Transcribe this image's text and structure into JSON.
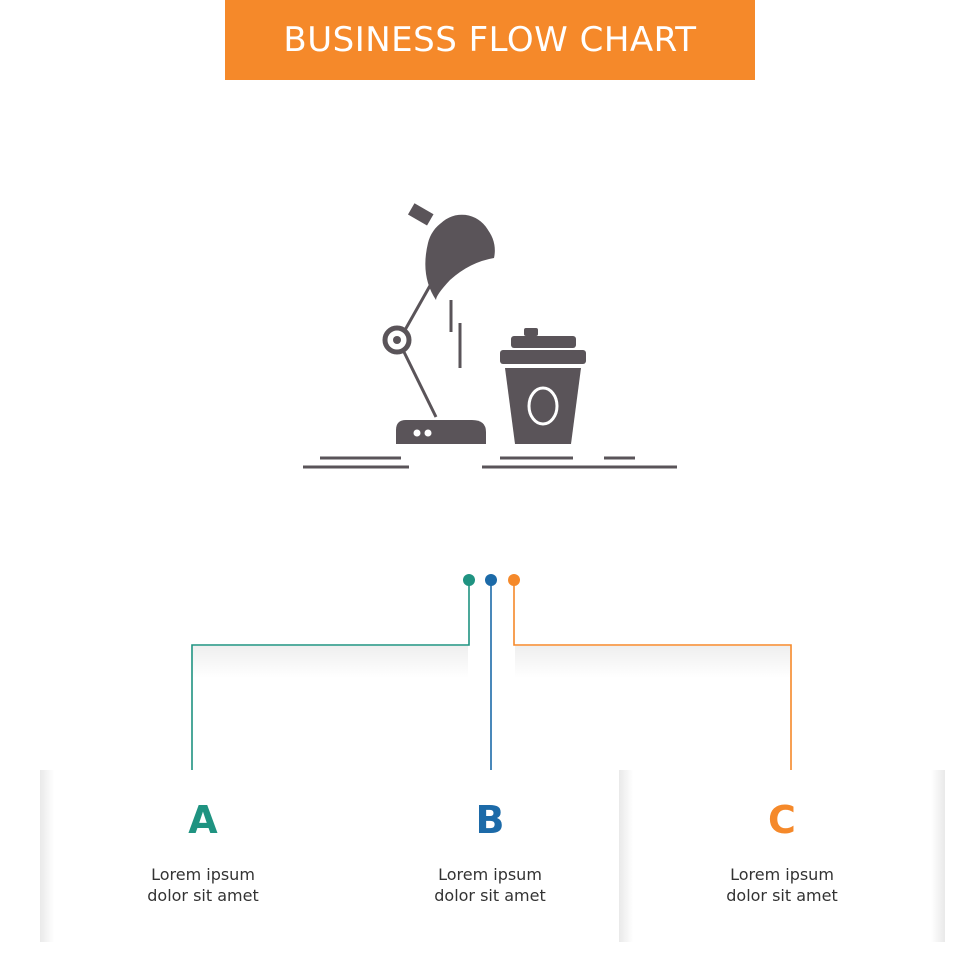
{
  "title": "BUSINESS FLOW CHART",
  "colors": {
    "accent": "#f5892a",
    "teal": "#1f9381",
    "blue": "#1c6aa8",
    "orange": "#f5892a",
    "icon": "#5a5459"
  },
  "illustration": {
    "icon": "desk-lamp-and-coffee-cup-icon"
  },
  "steps": [
    {
      "letter": "A",
      "line1": "Lorem ipsum",
      "line2": "dolor sit amet",
      "color": "#1f9381"
    },
    {
      "letter": "B",
      "line1": "Lorem ipsum",
      "line2": "dolor sit amet",
      "color": "#1c6aa8"
    },
    {
      "letter": "C",
      "line1": "Lorem ipsum",
      "line2": "dolor sit amet",
      "color": "#f5892a"
    }
  ]
}
